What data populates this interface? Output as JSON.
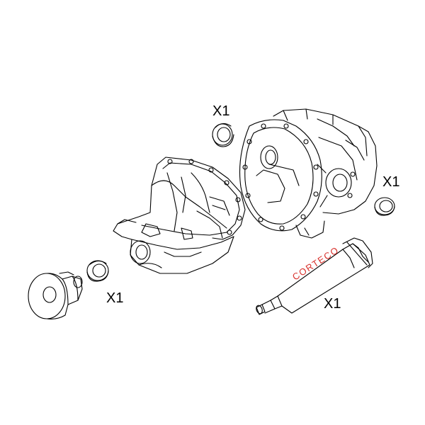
{
  "parts_diagram": {
    "quantity_labels": {
      "seal_top": "X1",
      "seal_right": "X1",
      "seal_left": "X1",
      "sealant_tube": "X1"
    },
    "tube_brand": "CORTECO",
    "colors": {
      "line": "#000000",
      "brand_text": "#d8312c",
      "background": "#ffffff"
    }
  }
}
